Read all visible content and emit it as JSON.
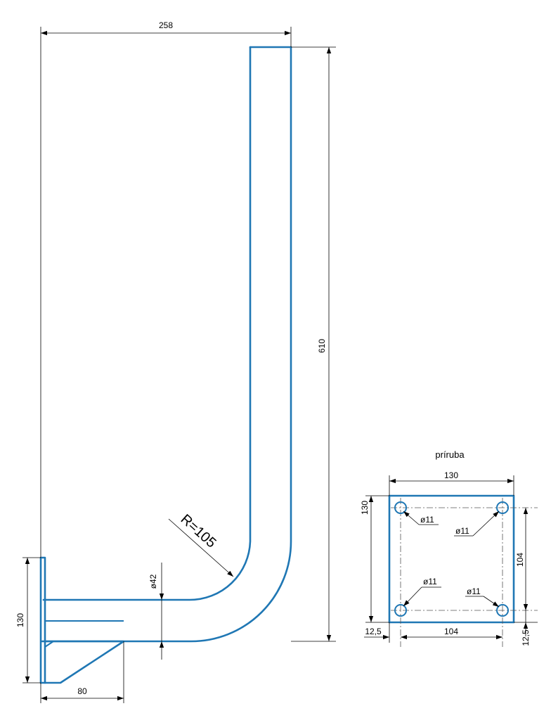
{
  "bracket": {
    "width": "258",
    "height": "610",
    "radius": "R=105",
    "pipe_diameter": "ø42",
    "base_height": "130",
    "base_width": "80"
  },
  "flange": {
    "title": "príruba",
    "width": "130",
    "height": "130",
    "hole_spacing_x": "104",
    "hole_spacing_y": "104",
    "edge_offset_left": "12,5",
    "edge_offset_bottom": "12,5",
    "hole_diameters": [
      "ø11",
      "ø11",
      "ø11",
      "ø11"
    ]
  },
  "colors": {
    "part": "#1f77b4",
    "dimension": "#000000"
  }
}
